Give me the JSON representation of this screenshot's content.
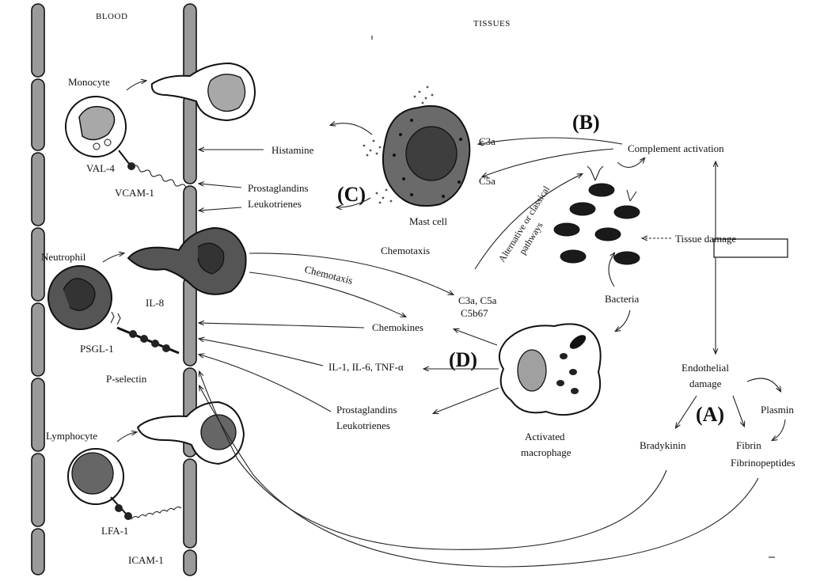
{
  "headers": {
    "blood": "BLOOD",
    "tissues": "TISSUES"
  },
  "panel_labels": {
    "a": "(A)",
    "b": "(B)",
    "c": "(C)",
    "d": "(D)"
  },
  "cells": {
    "monocyte": "Monocyte",
    "neutrophil": "Neutrophil",
    "lymphocyte": "Lymphocyte",
    "mast_cell": "Mast cell",
    "bacteria": "Bacteria",
    "macrophage_line1": "Activated",
    "macrophage_line2": "macrophage"
  },
  "adhesion": {
    "val4": "VAL-4",
    "vcam1": "VCAM-1",
    "il8": "IL-8",
    "psgl1": "PSGL-1",
    "pselectin": "P-selectin",
    "lfa1": "LFA-1",
    "icam1": "ICAM-1"
  },
  "mediators": {
    "histamine": "Histamine",
    "prostaglandins_c": "Prostaglandins",
    "leukotrienes_c": "Leukotrienes",
    "c3a": "C3a",
    "c5a": "C5a",
    "chemotaxis_1": "Chemotaxis",
    "chemotaxis_2": "Chemotaxis",
    "c3a_c5a": "C3a, C5a",
    "c5b67": "C5b67",
    "chemokines": "Chemokines",
    "il_tnf": "IL-1, IL-6, TNF-α",
    "prostaglandins_d": "Prostaglandins",
    "leukotrienes_d": "Leukotrienes"
  },
  "processes": {
    "complement": "Complement activation",
    "pathways_line1": "Alternative or classical",
    "pathways_line2": "pathways",
    "tissue_damage": "Tissue damage",
    "endothelial_line1": "Endothelial",
    "endothelial_line2": "damage",
    "plasmin": "Plasmin",
    "bradykinin": "Bradykinin",
    "fibrin": "Fibrin",
    "fibrinopeptides": "Fibrinopeptides"
  }
}
